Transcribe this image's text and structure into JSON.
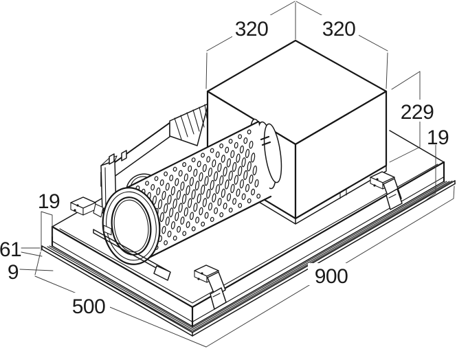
{
  "diagram": {
    "style": {
      "background": "#ffffff",
      "line_color": "#161616",
      "dimension_line_color": "#3a3a3a"
    },
    "dimensions": {
      "duct_top_width_left": "320",
      "duct_top_width_right": "320",
      "duct_height": "229",
      "frame_lip_right": "19",
      "frame_lip_left": "19",
      "housing_height": "61",
      "frame_thickness": "9",
      "housing_width": "500",
      "housing_length": "900"
    }
  }
}
